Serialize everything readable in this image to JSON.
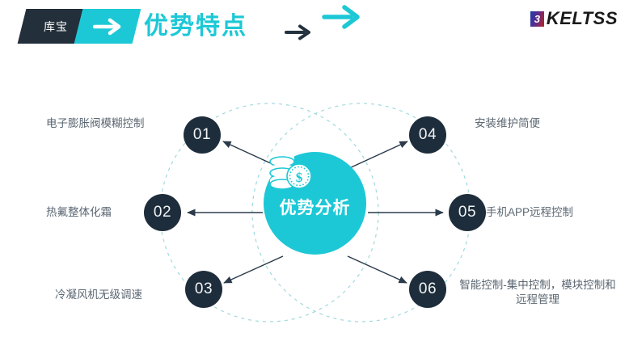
{
  "header": {
    "brand_tag": "库宝",
    "tag_arrow_icon": "arrow-right-icon",
    "title": "优势特点",
    "deco_arrow_dark_icon": "arrow-right-icon",
    "deco_arrow_cyan_icon": "arrow-right-icon",
    "logo_mark_text": "3",
    "logo_name": "KELTSS"
  },
  "diagram": {
    "hub": {
      "label": "优势分析",
      "icon": "coins-money-icon"
    },
    "nodes": [
      {
        "num": "01",
        "label": "电子膨胀阀模糊控制",
        "side": "left"
      },
      {
        "num": "02",
        "label": "热氟整体化霜",
        "side": "left"
      },
      {
        "num": "03",
        "label": "冷凝风机无级调速",
        "side": "left"
      },
      {
        "num": "04",
        "label": "安装维护简便",
        "side": "right"
      },
      {
        "num": "05",
        "label": "手机APP远程控制",
        "side": "right"
      },
      {
        "num": "06",
        "label": "智能控制-集中控制，模块控制和远程管理",
        "side": "right"
      }
    ]
  },
  "colors": {
    "accent_cyan": "#1dc8d6",
    "dark_navy": "#1e2d3b",
    "text_gray": "#5a6671",
    "dashed_circle": "#9fd9dd"
  }
}
